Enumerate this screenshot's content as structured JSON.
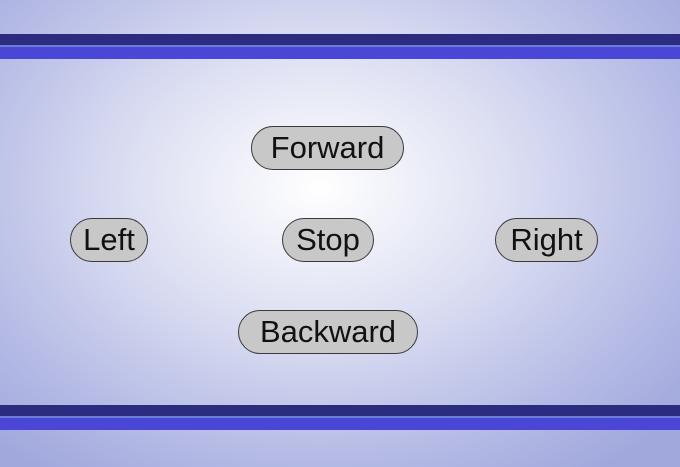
{
  "controls": {
    "forward_label": "Forward",
    "left_label": "Left",
    "stop_label": "Stop",
    "right_label": "Right",
    "backward_label": "Backward"
  },
  "colors": {
    "band_dark": "#2b2b80",
    "band_light": "#4a46d6",
    "button_fill": "#c8c8c8",
    "background_center": "#ffffff",
    "background_edge": "#a1a8dc"
  }
}
